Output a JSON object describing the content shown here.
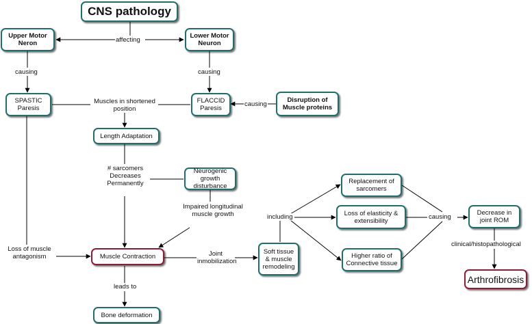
{
  "nodes": {
    "cns": "CNS pathology",
    "umn": "Upper Motor Neron",
    "lmn": "Lower Motor Neuron",
    "spastic": "SPASTIC Paresis",
    "flaccid": "FLACCID Paresis",
    "disruption": "Disruption of Muscle proteins",
    "length": "Length Adaptation",
    "neurogenic": "Neurogenic growth disturbance",
    "contraction": "Muscle Contraction",
    "bone": "Bone deformation",
    "softtissue": "Soft tissue & muscle remodeling",
    "replacement": "Replacement of sarcomers",
    "elasticity": "Loss of elasticity & extensibility",
    "connective": "Higher ratio of Connective tissue",
    "rom": "Decrease in joint ROM",
    "arthro": "Arthrofibrosis"
  },
  "labels": {
    "affecting": "affecting",
    "causing_umn": "causing",
    "causing_lmn": "causing",
    "causing_disruption": "causing",
    "shortened": "Muscles in shortened position",
    "sarcomers": "# sarcomers Decreases Permanently",
    "impaired": "Impaired longitudinal muscle growth",
    "antagonism": "Loss of muscle antagonism",
    "joint": "Joint inmobilization",
    "leads": "leads to",
    "including": "including",
    "causing_rom": "causing",
    "clinical": "clinical/histopathological"
  }
}
